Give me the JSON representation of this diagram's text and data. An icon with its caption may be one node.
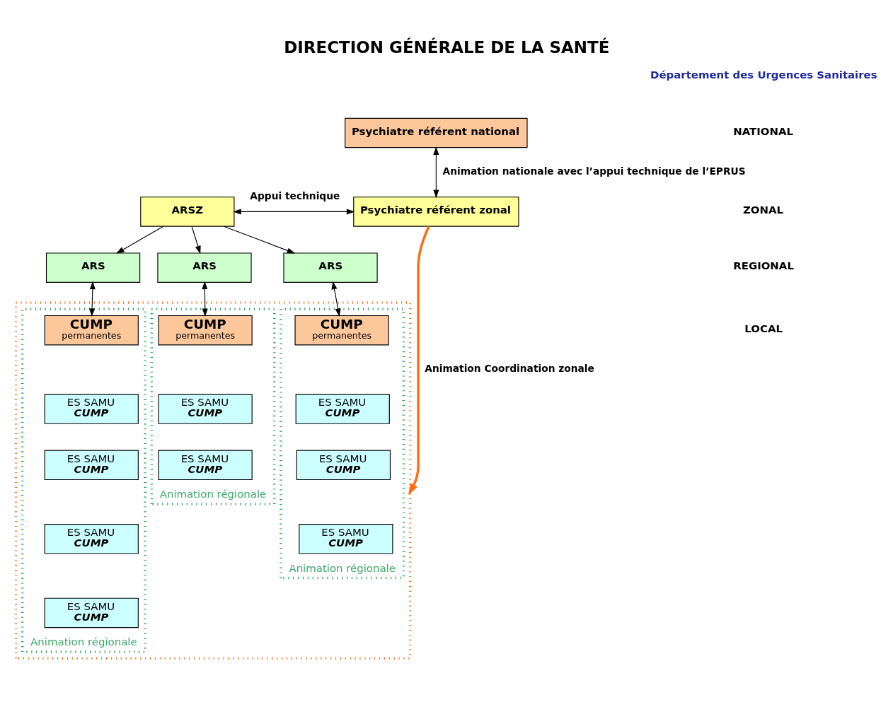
{
  "diagram": {
    "title": "DIRECTION GÉNÉRALE DE LA SANTÉ",
    "nodes": [
      {
        "text": [
          "Psychiatre référent national"
        ]
      },
      {
        "text": [
          "ARSZ"
        ]
      },
      {
        "text": [
          "Psychiatre référent zonal"
        ]
      },
      {
        "text": [
          "ARS"
        ]
      },
      {
        "text": [
          "ARS"
        ]
      },
      {
        "text": [
          "ARS"
        ]
      },
      {
        "text": [],
        "shape": "box"
      },
      {
        "text": [
          "Animation régionale"
        ],
        "in": 6
      },
      {
        "text": [
          "CUMP",
          "permanentes"
        ],
        "in": 7
      },
      {
        "text": [
          "ES SAMU",
          "CUMP"
        ],
        "in": 7
      },
      {
        "text": [
          "ES SAMU",
          "CUMP"
        ],
        "in": 7
      },
      {
        "text": [
          "ES SAMU",
          "CUMP"
        ],
        "in": 7
      },
      {
        "text": [
          "ES SAMU",
          "CUMP"
        ],
        "in": 7
      },
      {
        "text": [
          "Animation régionale"
        ],
        "in": 6
      },
      {
        "text": [
          "CUMP",
          "permanentes"
        ],
        "in": 13
      },
      {
        "text": [
          "ES SAMU",
          "CUMP"
        ],
        "in": 13
      },
      {
        "text": [
          "ES SAMU",
          "CUMP"
        ],
        "in": 13
      },
      {
        "text": [
          "Animation régionale"
        ],
        "in": 6
      },
      {
        "text": [
          "CUMP",
          "permanentes"
        ],
        "in": 17
      },
      {
        "text": [
          "ES SAMU",
          "CUMP"
        ],
        "in": 17
      },
      {
        "text": [
          "ES SAMU",
          "CUMP"
        ],
        "in": 17
      },
      {
        "text": [
          "ES SAMU",
          "CUMP"
        ],
        "in": 17
      }
    ],
    "edges": [
      {
        "from": 0,
        "to": 2,
        "arrow": "both",
        "label": "Animation nationale avec l’appui technique de l’EPRUS"
      },
      {
        "from": 1,
        "to": 2,
        "arrow": "both",
        "label": "Appui technique"
      },
      {
        "from": 1,
        "to": 3,
        "arrow": "to"
      },
      {
        "from": 1,
        "to": 4,
        "arrow": "to"
      },
      {
        "from": 1,
        "to": 5,
        "arrow": "to"
      },
      {
        "from": 3,
        "to": 8,
        "arrow": "both"
      },
      {
        "from": 4,
        "to": 14,
        "arrow": "both"
      },
      {
        "from": 5,
        "to": 18,
        "arrow": "both"
      },
      {
        "from": 2,
        "to": 6,
        "arrow": "to",
        "label": "Animation Coordination zonale",
        "style": "thick",
        "color": "#ff6a13"
      }
    ],
    "labels": [
      "Département des Urgences Sanitaires",
      "NATIONAL",
      "ZONAL",
      "REGIONAL",
      "LOCAL"
    ]
  }
}
